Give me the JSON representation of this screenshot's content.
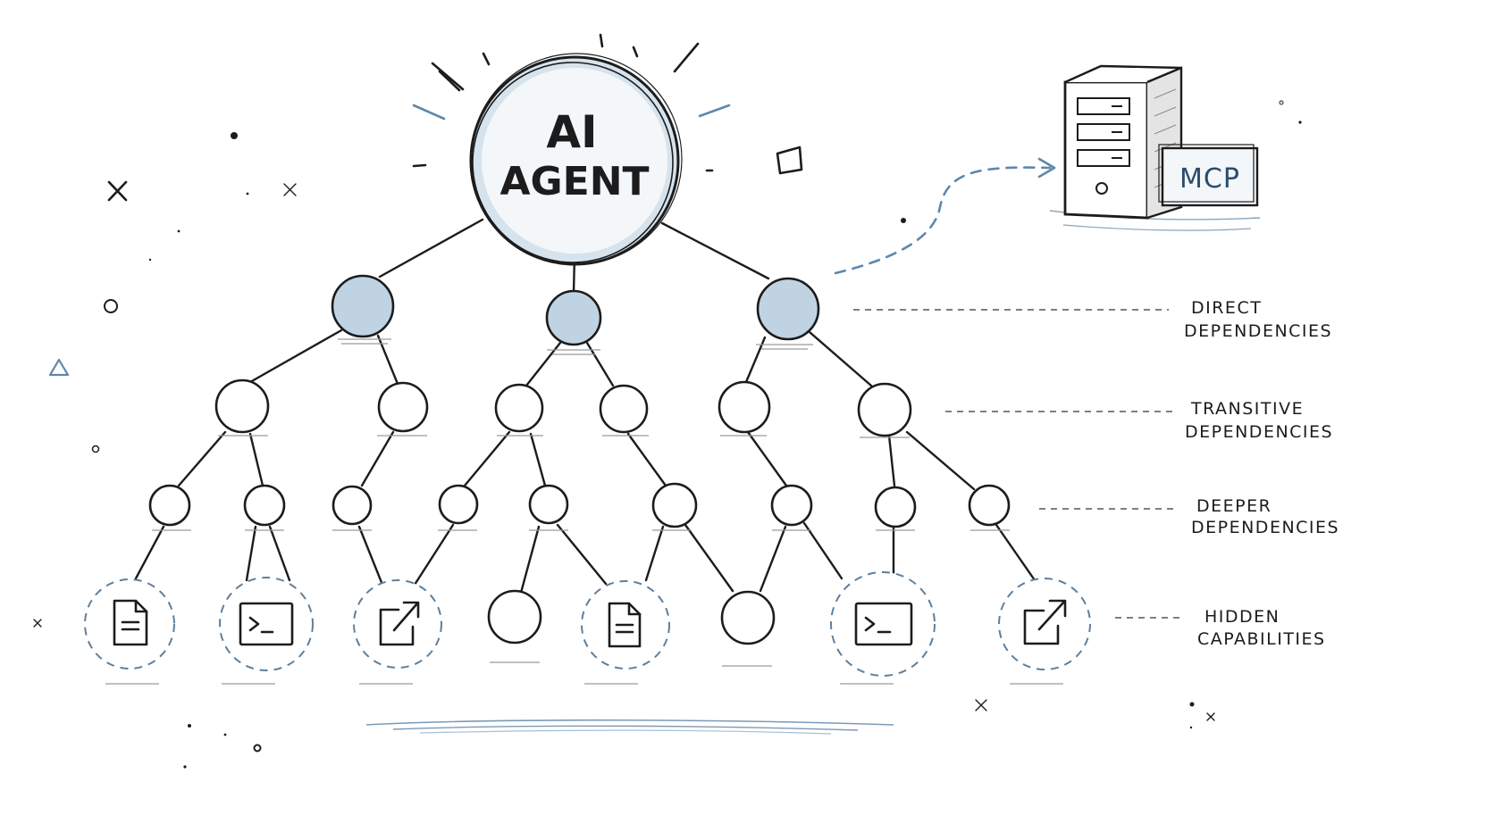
{
  "agent": {
    "line1": "AI",
    "line2": "AGENT"
  },
  "server": {
    "badge": "MCP"
  },
  "levels": [
    {
      "line1": "DIRECT",
      "line2": "DEPENDENCIES"
    },
    {
      "line1": "TRANSITIVE",
      "line2": "DEPENDENCIES"
    },
    {
      "line1": "DEEPER",
      "line2": "DEPENDENCIES"
    },
    {
      "line1": "HIDDEN",
      "line2": "CAPABILITIES"
    }
  ],
  "hidden_items": [
    {
      "icon": "document-icon",
      "ring": "dashed"
    },
    {
      "icon": "terminal-icon",
      "ring": "dashed"
    },
    {
      "icon": "external-link-icon",
      "ring": "dashed"
    },
    {
      "icon": "empty-node",
      "ring": "none"
    },
    {
      "icon": "document-icon",
      "ring": "dashed"
    },
    {
      "icon": "empty-node",
      "ring": "none"
    },
    {
      "icon": "terminal-icon",
      "ring": "dashed"
    },
    {
      "icon": "external-link-icon",
      "ring": "dashed"
    }
  ],
  "colors": {
    "ink": "#1c1c1c",
    "accent": "#5f87ab",
    "node_fill": "#bfd3e3"
  }
}
